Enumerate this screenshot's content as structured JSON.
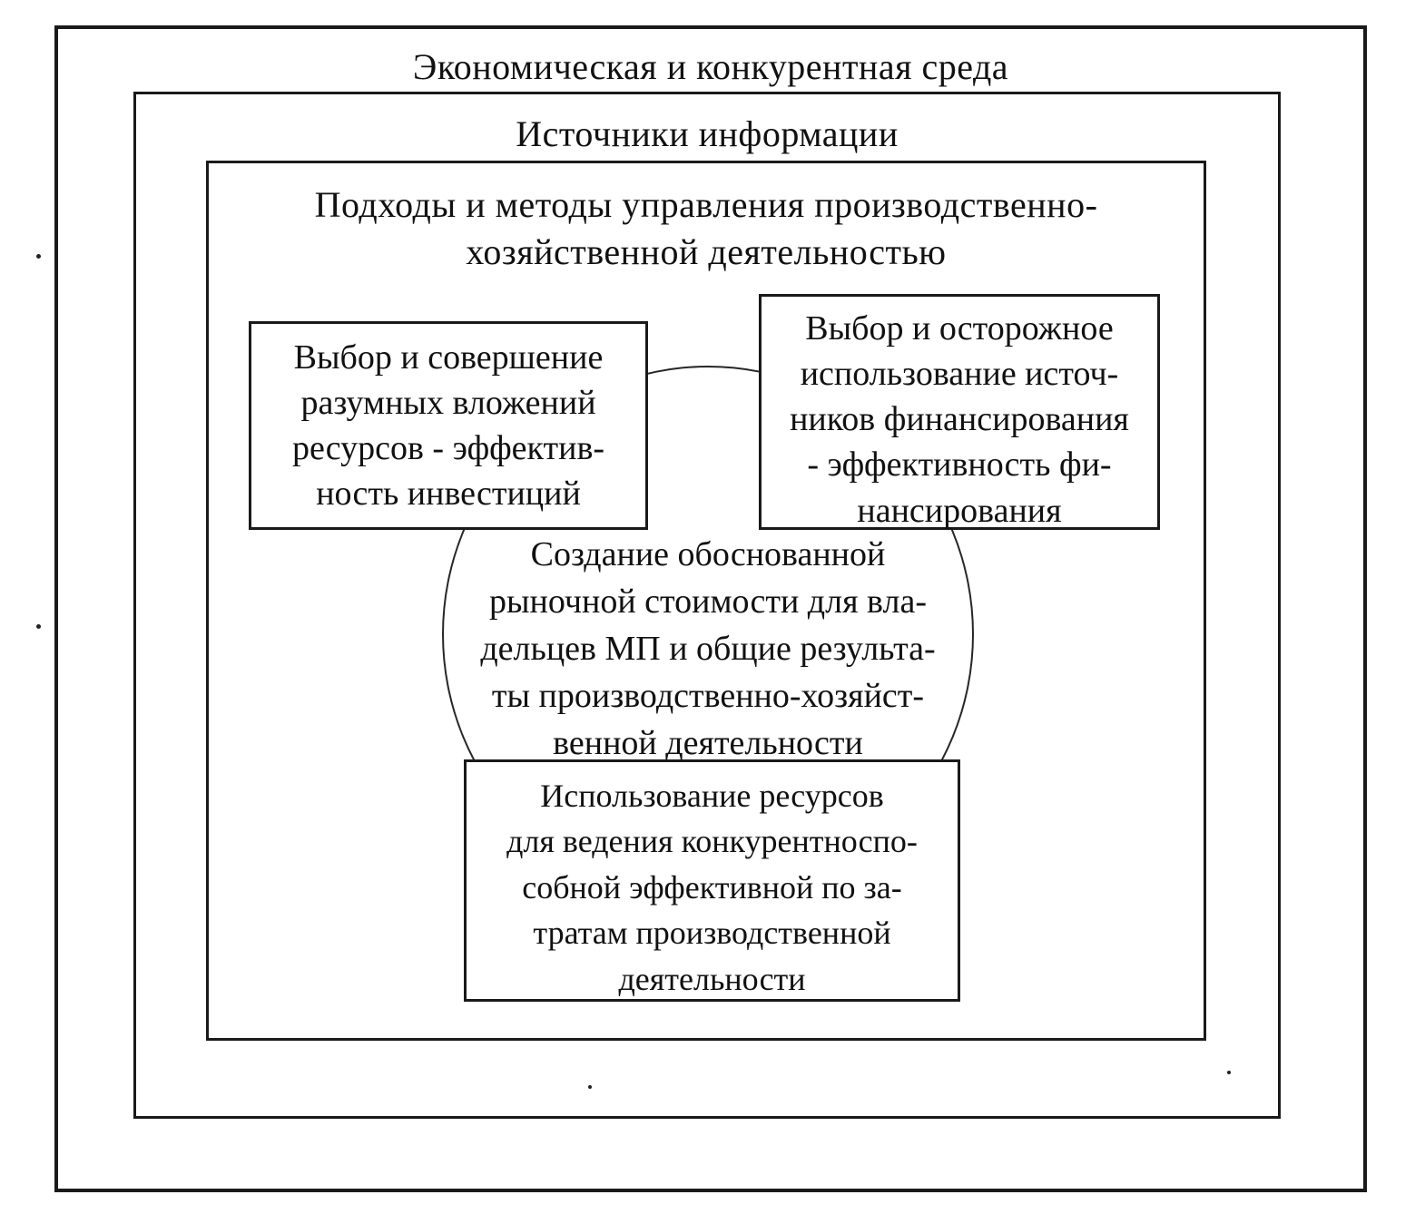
{
  "page": {
    "background": "#ffffff",
    "ink": "#1a1a1a"
  },
  "diagram": {
    "env_label": "Экономическая и конкурентная среда",
    "sources_label": "Источники информации",
    "methods_label": "Подходы и методы управления производственно-\nхозяйственной деятельностью",
    "left_box_text": "Выбор и совершение\nразумных вложений\nресурсов - эффектив-\nность инвестиций",
    "right_box_text": "Выбор и осторожное\nиспользование источ-\nников финансирования\n- эффективность фи-\nнансирования",
    "ellipse_text": "Создание обоснованной\nрыночной стоимости для  вла-\nдельцев МП и общие результа-\nты производственно-хозяйст-\nвенной деятельности",
    "bottom_box_text": "Использование ресурсов\nдля ведения конкурентноспо-\nсобной эффективной по за-\nтратам производственной\nдеятельности"
  }
}
